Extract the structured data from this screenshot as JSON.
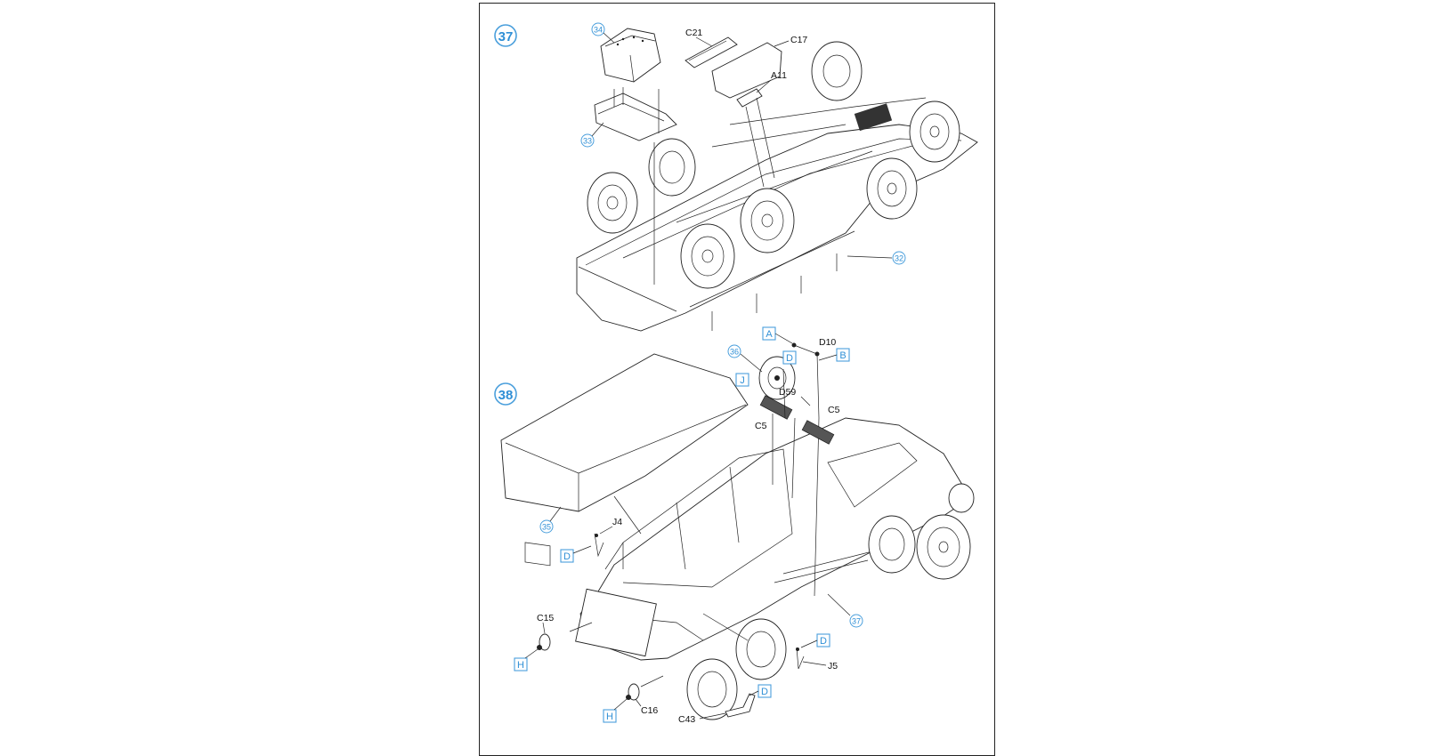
{
  "sheet": {
    "border_color": "#222222",
    "accent": "#4a9fdc"
  },
  "steps": [
    {
      "number": "37"
    },
    {
      "number": "38"
    }
  ],
  "step37": {
    "circled": [
      "34",
      "33",
      "32"
    ],
    "parts": [
      "C21",
      "C17",
      "A11"
    ]
  },
  "step38": {
    "circled": [
      "36",
      "35",
      "37"
    ],
    "boxed": [
      "A",
      "B",
      "D",
      "J",
      "D",
      "D",
      "D",
      "H",
      "H"
    ],
    "parts": [
      "D10",
      "D59",
      "C5",
      "C5",
      "J4",
      "C15",
      "C16",
      "C43",
      "J5"
    ]
  }
}
